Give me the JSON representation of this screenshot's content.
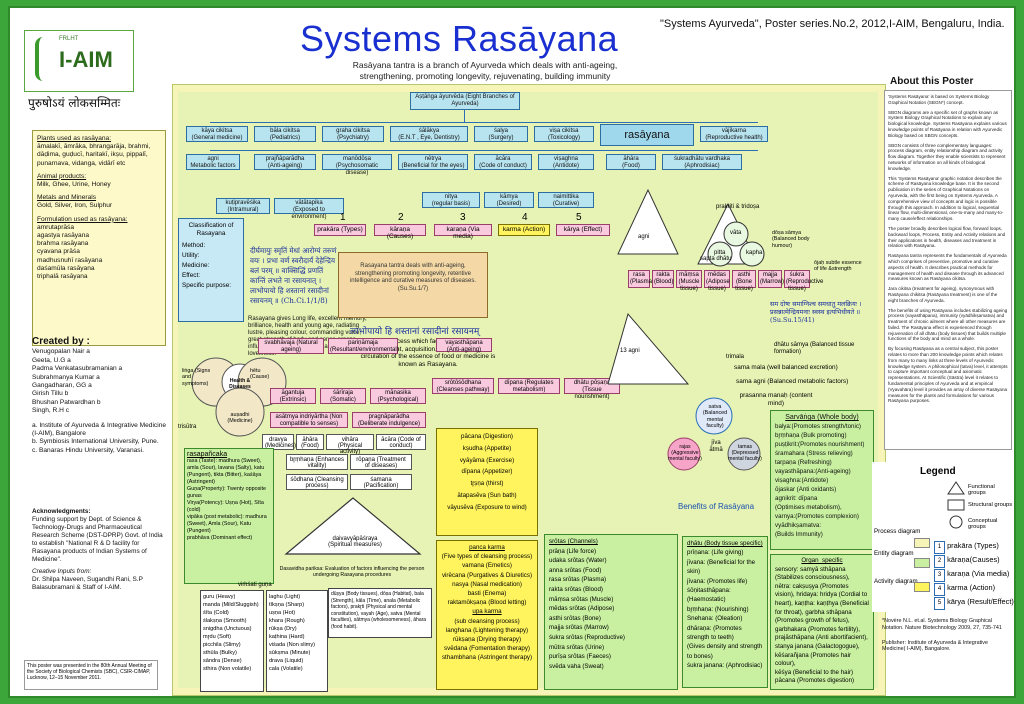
{
  "header": {
    "title": "Systems Rasāyana",
    "subtitle": "Rasāyana tantra is a branch of Ayurveda which deals with anti-ageing, strengthening, promoting longevity, rejuvenating, building immunity",
    "citation": "\"Systems Ayurveda\", Poster series.No.2, 2012,I-AIM, Bengaluru, India.",
    "logo_small": "FRLHT",
    "logo_name": "I-AIM",
    "motto": "पुरुषोऽयं लोकसम्मितः"
  },
  "left_panel": {
    "plants_heading": "Plants used as rasāyana:",
    "plants": "āmalakī, āmrāka, bhrangarāja, brahmi, dāḍima, guḍucī, haritakī, ikṣu, pippalī, punarnava, vidanga, vidārī etc",
    "animal_heading": "Animal products:",
    "animal": "Milk, Ghee, Urine, Honey",
    "metals_heading": "Metals and Minerals",
    "metals": "Gold, Silver, Iron, Sulphur",
    "formulation_heading": "Formulation used as rasāyana:",
    "formulations": [
      "amrutaprāśa",
      "agastya rasāyana",
      "brahma rasāyana",
      "cyavana prāśa",
      "madhusnuhī rasāyana",
      "daśamūla rasāyana",
      "triphalā rasāyana"
    ]
  },
  "created": {
    "heading": "Created by :",
    "people": [
      "Venugopalan Nair a",
      "Geeta, U.G a",
      "Padma Venkatasubramanian a",
      "Subrahmanya Kumar a",
      "Gangadharan, GG a",
      "Girish Tillu b",
      "Bhushan Patwardhan b",
      "Singh, R.H c"
    ],
    "affiliations": [
      "a. Institute of Ayurveda & Integrative Medicine (I-AIM), Bangalore",
      "b. Symbiosis International University, Pune.",
      "c. Banaras Hindu University, Varanasi."
    ]
  },
  "acknowledgments": {
    "heading": "Acknowledgments:",
    "text": "Funding support by Dept. of Science & Technology-Drugs and Pharmaceutical Research Scheme (DST-DPRP) Govt. of India to establish \"National R & D facility for Rasayana products of Indian Systems of Medicine\".",
    "creative_heading": "Creative Inputs from:",
    "creative": "Dr. Shilpa Naveen, Sugandhi Rani, S.P Balasubramani & Staff of I-AIM.",
    "footnote": "This poster was presented in the 80th Annual Meeting of the Society of Biological Chemists (SBC), CSIR-CIMAP, Lucknow, 12–15 November 2011."
  },
  "tree": {
    "root": "Aṣṭāṅga āyurvēda (Eight Branches of Ayurveda)",
    "branches": [
      {
        "name": "kāya cikitsa",
        "sub": "(General medicine)"
      },
      {
        "name": "bāla cikitsa",
        "sub": "(Pediatrics)"
      },
      {
        "name": "graha cikitsa",
        "sub": "(Psychiatry)"
      },
      {
        "name": "śālākya",
        "sub": "(E.N.T , Eye, Dentistry)"
      },
      {
        "name": "śalya",
        "sub": "(Surgery)"
      },
      {
        "name": "viṣa cikitsa",
        "sub": "(Toxicology)"
      },
      {
        "name": "rasāyana",
        "sub": ""
      },
      {
        "name": "vājīkarna",
        "sub": "(Reproductive health)"
      }
    ],
    "row2": [
      {
        "name": "agni",
        "sub": "Metabolic factors"
      },
      {
        "name": "prajñāparādha",
        "sub": "(Anti-ageing)"
      },
      {
        "name": "manōdōṣa",
        "sub": "(Psychosomatic disease)"
      },
      {
        "name": "nētrya",
        "sub": "(Beneficial for the eyes)"
      },
      {
        "name": "ācāra",
        "sub": "(Code of conduct)"
      },
      {
        "name": "viṣaghna",
        "sub": "(Antidote)"
      },
      {
        "name": "āhāra",
        "sub": "(Food)"
      },
      {
        "name": "śukradhātu vardhaka",
        "sub": "(Aphrodisiac)"
      }
    ],
    "row3": [
      {
        "name": "kuṭipravēśika",
        "sub": "(Intramural)"
      },
      {
        "name": "vātātapika",
        "sub": "(Exposed to environment)"
      },
      {
        "name": "nitya",
        "sub": "(regular basis)"
      },
      {
        "name": "kāmya",
        "sub": "(Desired)"
      },
      {
        "name": "naimittika",
        "sub": "(Curative)"
      }
    ],
    "numbered": [
      {
        "num": "1",
        "name": "prakāra (Types)"
      },
      {
        "num": "2",
        "name": "kāraṇa (Causes)"
      },
      {
        "num": "3",
        "name": "karaṇa (Via media)"
      },
      {
        "num": "4",
        "name": "karma (Action)"
      },
      {
        "num": "5",
        "name": "kārya (Effect)"
      }
    ]
  },
  "classification": {
    "title": "Classification of Rasayana",
    "items": [
      "Method:",
      "Utility:",
      "Medicine:",
      "Effect:",
      "Specific purpose:"
    ]
  },
  "center": {
    "hindi_quote": "दीर्घमायुः स्मृतिं मेधां आरोग्यं तरुणं वयः । प्रभा वर्ण स्वरौदार्यं देहेन्द्रिय बलं परम् ॥ वाक्सिद्धिं प्रणतिं कान्तिं लभते ना रसायनात् । लाभोपायो हि शस्तानां रसादीनां रसायनम् ॥ (Ch.Ci.1/1/8)",
    "longevity": "Rasayana gives Long life, excellent memory, brilliance, health and young age, radiating lustre, pleasing colour, commanding voice, great strength of body and sense organs, influencing speech, reverential attitude and loveliness.",
    "sutra": "Rasayana tantra deals with anti-ageing, strengthening promoting longevity, retentive intelligence and curative measures of diseases. (Su.Su.1/7)",
    "quote2": "लाभोपायो हि शस्तानां रसादीनां रसायनम्",
    "explain": "That process which facilitates optimum movement, acquisition, assimilation and circulation of the essence of food or medicine is known as Rasayana."
  },
  "mind": {
    "linga": "liṅga (Signs and symptoms)",
    "hetu": "hētu (Cause)",
    "center": "Health & Diseases",
    "ausadhi": "auṣadhi (Medicine)",
    "trisutra": "trisūtra",
    "svabhava": "svabhāvaja (Natural ageing)",
    "parinama": "pariṇāmaja (Resultant/environmental)",
    "agantuja": "āgantuja (Extrinsic)",
    "sarira": "śārīraja (Somatic)",
    "manasika": "mānasika (Psychological)",
    "asatmya": "asātmya indriyārtha (Non compatible to senses)",
    "prajna": "pragnāparādha (Deliberate indulgence)",
    "dravya": "dravya (Medicines)",
    "ahara": "āhāra (Food)",
    "vihara": "vihāra (Physical activity)",
    "acara": "ācāra (Code of conduct)",
    "brmhana": "br̥ṃhaṇa (Enhances vitality)",
    "ropana": "rōpaṇa (Treatment of diseases)",
    "sodhana": "śōdhana (Cleansing process)",
    "samana": "śamana (Pacification)",
    "rasapanc_title": "rasapañcaka",
    "rasapanc": [
      "rasa (Taste): madhura (Sweet), amla (Sour), lavana (Salty), katu (Pungent), tikta (Bitter), kaśāya (Astringent)",
      "Guṇa(Property): Twenty opposite gunas",
      "Virya(Potency): Uṣṇa (Hot), Sīta (cold)",
      "vipāka (post metabolic): madhura (Sweet), Amla (Sour), Katu (Pungent)",
      "prabhāva (Dominant effect)"
    ],
    "triangle": "daivavyāpāśraya (Spiritual measures)",
    "triangle_caption": "Dasavidha pariksa: Evaluation of factors influencing the person undergoing Rasayana procedures",
    "vimsati": "viṁśati guṇa",
    "guna_left": [
      "guru (Heavy)",
      "manda (Mild/Sluggish)",
      "śīta (Cold)",
      "ślakṣṇa (Smooth)",
      "snigdha (Unctuous)",
      "mr̥du (Soft)",
      "picchila (Slimy)",
      "sthūla (Bulky)",
      "sāndra (Dense)",
      "sthira (Non volatile)"
    ],
    "guna_right": [
      "laghu (Light)",
      "tīkṣṇa (Sharp)",
      "uṣṇa (Hot)",
      "khara (Rough)",
      "rūkṣa (Dry)",
      "kaṭhina (Hard)",
      "viśada (Non slimy)",
      "sūkṣma (Minute)",
      "drava (Liquid)",
      "cala (Volatile)"
    ],
    "dravya_list": "dūṣya (Body tissues), dōṣa (Habitat), bala (Strength), kāla (Time), anala (Metabolic factors), prakr̥ti (Physical and mental constitution), vayah (Age), satva (Mental faculties), sātmya (wholesomeness), āhara (food habit)."
  },
  "process": {
    "vayasthapana": "vayasthāpana (Anti-ageing)",
    "srotosodhana": "srōtōśōdhana (Cleanses pathway)",
    "dipana": "dīpana (Regulates metabolism)",
    "dhatuposana": "dhātu pōṣaṇa (Tissue nourishment)",
    "pacana": [
      "pācana (Digestion)",
      "kṣudha (Appetite)",
      "vyāyāma (Exercise)",
      "dīpana (Appetizer)",
      "tr̥ṣṇa (thirst)",
      "ātapasēva (Sun bath)",
      "vāyusēva (Exposure to wind)"
    ],
    "pancakarma_title": "panca karma",
    "pancakarma": [
      "(Five types of cleansing process)",
      "vamana (Emetics)",
      "virēcana (Purgatives & Diuretics)",
      "nasya (Nasal medication)",
      "basti (Enema)",
      "raktamōkṣaṇa (Blood letting)",
      "upa karma",
      "(sub cleansing process)",
      "langhana (Lightening therapy)",
      "rūkṣaṇa (Drying therapy)",
      "svēdana (Fomentation therapy)",
      "sthambhana (Astringent therapy)"
    ]
  },
  "right_diagram": {
    "agni": "agni",
    "sapta_dhatu": "sapta dhātu",
    "dhatus": [
      "rasa (Plasma)",
      "rakta (Blood)",
      "māṃsa (Muscle tissue)",
      "mēdas (Adipose tissue)",
      "asthi (Bone tissue)",
      "majja (Marrow)",
      "śukra (Reproductive tissue)"
    ],
    "ojah": "ōjaḥ subtle essence of life &strength",
    "dosa": "dōṣa sāmya (Balanced body humour)",
    "vata": "vāta",
    "pitta": "pitta",
    "kapha": "kapha",
    "prakriti": "prakriti & tridoṣa",
    "trimala": "trimala",
    "sama_mala": "sama mala (well balanced excretion)",
    "sama_agni": "sama agni (Balanced metabolic factors)",
    "dhatu_samya": "dhātu sāmya (Balanced tissue formation)",
    "prasanna": "prasanna manaḥ (content mind)",
    "satva": "satva (Balanced mental faculty)",
    "rajas": "rajas (Aggressive mental faculty)",
    "tamas": "tamas (Depressed mental faculty)",
    "jiva": "jīva ātmā",
    "agni13": "13 agni",
    "sanskrit_verse": "सम दोषः समाग्निश्च समधातु मलक्रियः । प्रसन्नात्मेन्द्रियमनाः स्वस्थ इत्यभिधीयते ॥ (Su.Su.15/41)"
  },
  "benefits": {
    "title": "Benefits of Rasāyana",
    "srotas": [
      "srōtas (Channels)",
      "prāṇa (Life force)",
      "udaka srōtas (Water)",
      "anna srōtas (Food)",
      "rasa srōtas (Plasma)",
      "rakta srōtas (Blood)",
      "māṃsa srōtas (Muscle)",
      "mēdas srōtas (Adipose)",
      "asthi srōtas (Bone)",
      "majja srōtas (Marrow)",
      "śukra srōtas (Reproductive)",
      "mūtra srōtas (Urine)",
      "purīṣa srōtas (Faeces)",
      "svēda vaha (Sweat)"
    ],
    "dhatu_title": "dhātu (Body tissue specific)",
    "dhatu": [
      "prīṇana: (Life giving)",
      "jīvana: (Beneficial for the skin)",
      "jīvana: (Promotes life)",
      "śōṇitasthāpana: (Haemostatic)",
      "br̥ṃhaṇa: (Nourishing)",
      "Snehana: (Oleation)",
      "dhāraṇa: (Promotes strength to teeth)",
      "(Gives density and strength to bones)",
      "śukra janana: (Aphrodisiac)"
    ],
    "sarv_title": "Sarvāṅga (Whole body)",
    "sarv": [
      "balya:(Promotes strength/tonic)",
      "br̥ṃhaṇa (Bulk promoting)",
      "puṣṭikrit:(Promotes nourishment)",
      "śramahara (Stress relieving)",
      "tarpaṇa (Refreshing)",
      "vayasthāpana:(Anti-ageing)",
      "viṣaghna:(Antidote)",
      "ōjaskar (Anti oxidants)",
      "agnikrit: dīpana",
      "(Optimises metabolism),",
      "varnya:(Promotes complexion)",
      "vyādhikṣamatva:",
      "(Builds Immunity)"
    ],
    "organ_title": "Organ_specific",
    "organ": [
      "sensory: samyā sthāpana (Stabilizes consciousness),",
      "nētra: cakṣuṣya (Promotes vision), hridaya: hridya (Cordial to heart), kaṇṭha: kaṇṭhya (Beneficial for throat), garbha sthāpana (Promotes growth of fetus), garbhakara (Promotes fertility), prajāsthāpana (Anti abortifacient), stanya janana (Galactogogue), kēśarañjana (Promotes hair colour),",
      "kēśya (Beneficial to the hair)",
      "pācana (Promotes digestion)"
    ]
  },
  "about": {
    "heading": "About this Poster",
    "paragraphs": [
      "'Systems Rasāyana' is based on Systems Biology Graphical Notation (SBGN*) concept.",
      "SBGN diagrams are a specific set of graphs known as System Biology Graphical Notations to explain any biological knowledge. Systems Rasāyana explains various knowledge points of Rasāyana in relation with Ayurvedic Biology based on SBGN concepts.",
      "SBGN consists of three complementary languages: process diagram, entity relationship diagram and activity flow diagram. Together they enable scientists to represent networks of information on all kinds of biological knowledge.",
      "This 'Systems Rasāyana' graphic notation describes the scheme of Rasāyana knowledge base. It is the second publication in the series of Graphical Notations on Ayurveda, with the first being on Systems Ayurveda. A comprehensive view of concepts and logic is possible through this approach. In addition to logical, sequential linear flow, multi-dimensional, one-to-many and many-to-many cause/effect relationships.",
      "The poster broadly describes logical flow, forward loops, backward loops, Process, Entity and Activity relations and their applications in health, diseases and treatment in relation with Rasāyana.",
      "Rasāyana tantra represents the fundamentals of Ayurveda which comprises of preventive, promotive and curative aspects of health. It describes practical methods for management of health and disease through its advanced measures known as Rasāyana cikitsa.",
      "Jara cikitsa (treatment for ageing), synonymous with Rasāyana chikitsa (Rasāyana treatment) is one of the eight branches of Ayurveda.",
      "The benefits of using Rasāyana includes stabilizing ageing process (vayasthāpana), immunity (vyādhikṣamatva) and treatment of chronic ailment where all other measures are failed. The Rasāyana effect is experienced through rejuvenation of all dhātu (body tissues) that builds multiple functions of the body and mind as a whole.",
      "By focusing Rasāyana as a central subject, this poster relates to more than 200 knowledge points which relates from many to many links at three levels of Ayurvedic knowledge system. A philosophical (tatva) level, it attempts to capture important conceptual and axiomatic representations. At Scientific (Sāstra) level it relates to fundamental principles of Ayurveda and at empirical (Vyavahāra) level it provides an array of diverse Rasāyana measures for the plants and formulations for various Rasāyana purposes."
    ]
  },
  "legend": {
    "heading": "Legend",
    "shapes": [
      "Functional groups",
      "Structural groups",
      "Conceptual groups"
    ],
    "diagram_labels": [
      "Process diagram",
      "Entity diagram",
      "Activity diagram"
    ],
    "numbered": [
      {
        "num": "1",
        "label": "prakāra (Types)"
      },
      {
        "num": "2",
        "label": "kāraṇa(Causes)"
      },
      {
        "num": "3",
        "label": "karaṇa (Via media)"
      },
      {
        "num": "4",
        "label": "karma (Action)"
      },
      {
        "num": "5",
        "label": "kārya (Result/Effect)"
      }
    ],
    "colors": {
      "process": "#f7f4b8",
      "entity": "#c8f0a0",
      "activity": "#fff45e",
      "blue": "#2a6fb5"
    }
  },
  "references": {
    "ref1": "*Novère N.L. et.al. Systems Biology Graphical Notation. Nature Biotechnology 2009, 27, 735-741",
    "publisher": "Publisher: Institute of Ayurveda & Integrative Medicine( I-AIM), Bangalore."
  }
}
